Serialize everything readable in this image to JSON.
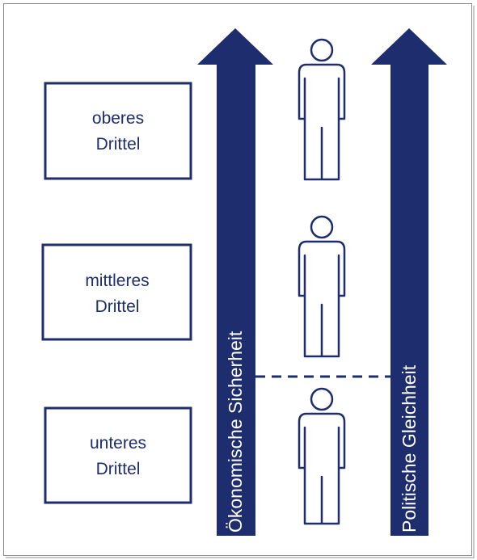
{
  "boxes": [
    {
      "line1": "oberes",
      "line2": "Drittel"
    },
    {
      "line1": "mittleres",
      "line2": "Drittel"
    },
    {
      "line1": "unteres",
      "line2": "Drittel"
    }
  ],
  "arrows": {
    "left_label": "Ökonomische Sicherheit",
    "right_label": "Politische Gleichheit"
  },
  "colors": {
    "navy": "#1e2d6e",
    "frame": "#8a8a8a"
  }
}
